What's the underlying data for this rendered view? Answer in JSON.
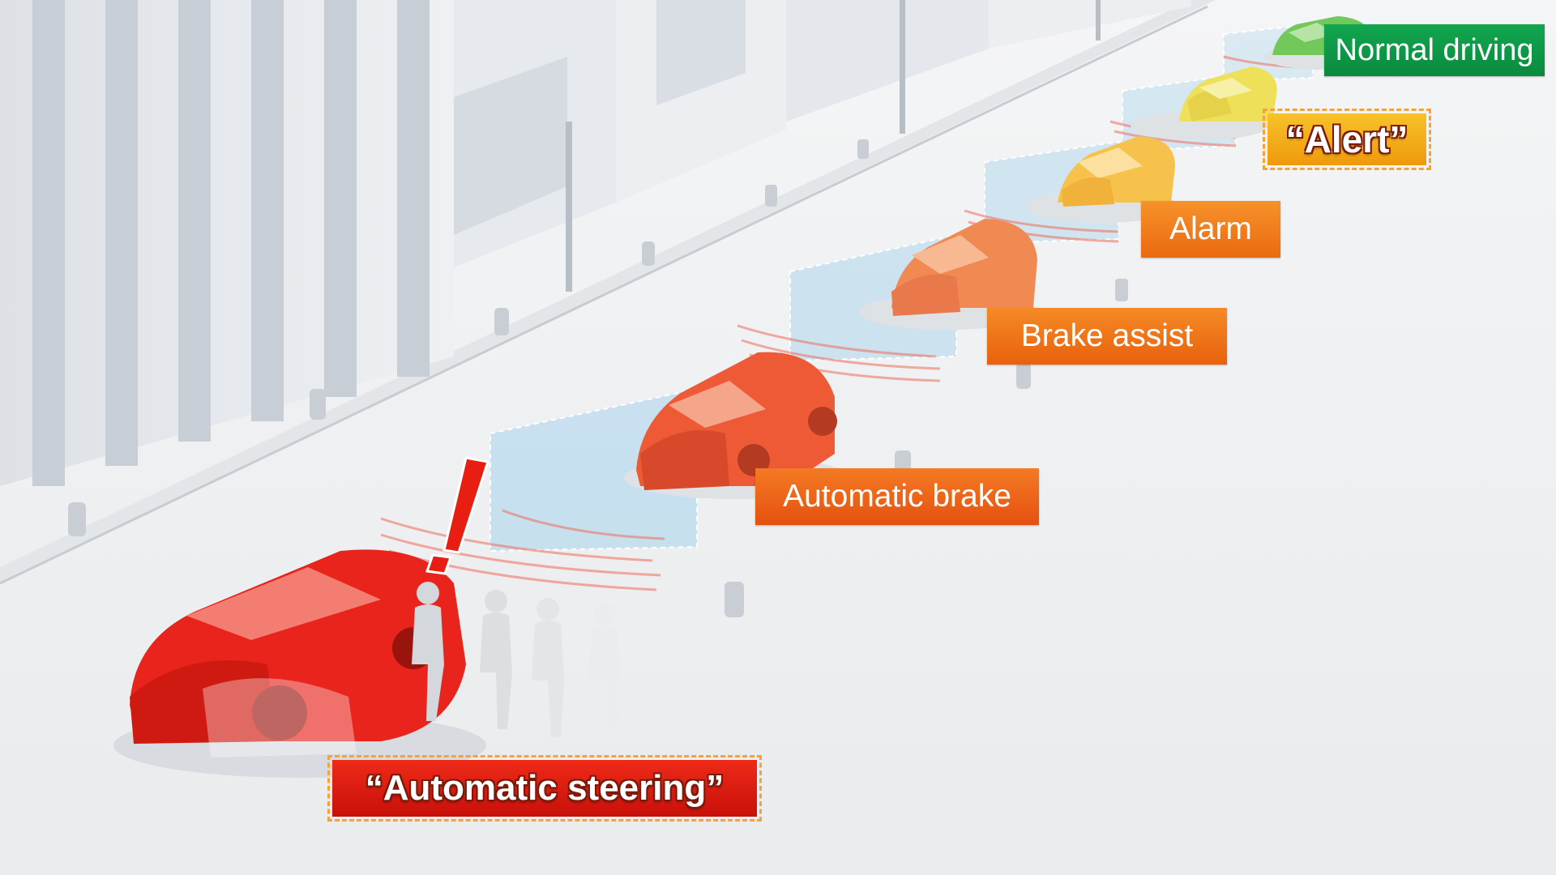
{
  "stages": {
    "normal_driving": "Normal driving",
    "alert": "“Alert”",
    "alarm": "Alarm",
    "brake_assist": "Brake assist",
    "automatic_brake": "Automatic brake",
    "automatic_steering": "“Automatic steering”"
  },
  "colors": {
    "normal_driving": "#0f9a48",
    "alert": "#f5b11c",
    "alarm": "#f07e1e",
    "brake_assist": "#ee7419",
    "automatic_brake": "#ec6a18",
    "automatic_steering": "#e01c10",
    "car_red": "#e8241c",
    "car_orange_red": "#ee5a36",
    "car_orange": "#f08a52",
    "car_amber": "#f6c24c",
    "car_yellow": "#eee058",
    "car_green": "#72c85a",
    "sensor_zone": "#a8d4ec",
    "warning_mark": "#e81e12"
  },
  "icons": {
    "warning": "exclamation-mark-icon"
  }
}
